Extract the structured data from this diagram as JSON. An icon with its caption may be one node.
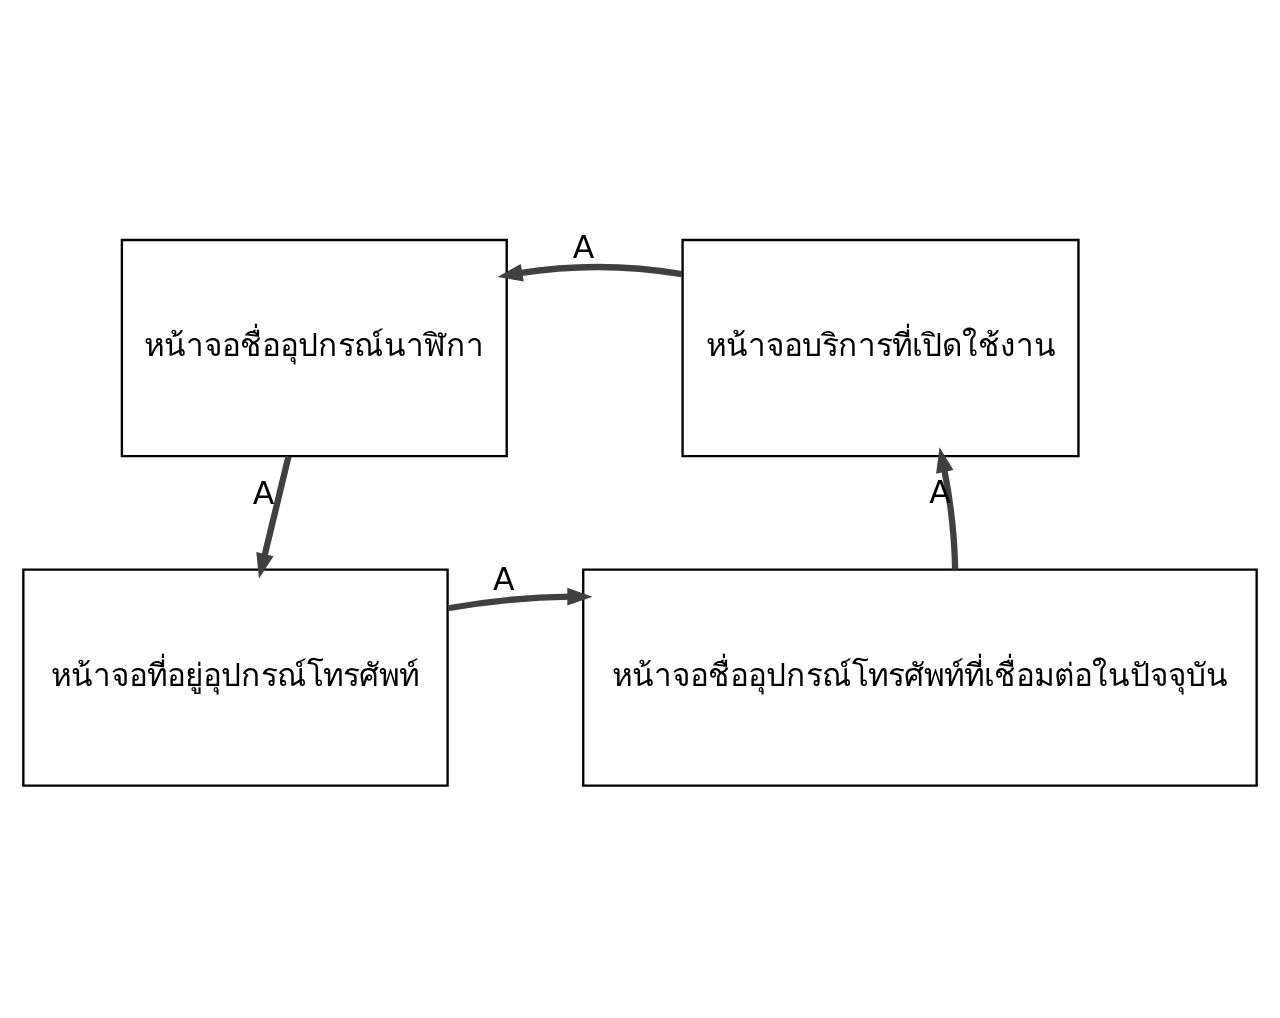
{
  "diagram": {
    "nodes": [
      {
        "text": [
          "หน้าจอชื่ออุปกรณ์นาฬิกา"
        ]
      },
      {
        "text": [
          "หน้าจอบริการที่เปิดใช้งาน"
        ]
      },
      {
        "text": [
          "หน้าจอที่อยู่อุปกรณ์โทรศัพท์"
        ]
      },
      {
        "text": [
          "หน้าจอชื่ออุปกรณ์โทรศัพท์ที่เชื่อมต่อในปัจจุบัน"
        ]
      }
    ],
    "edges": [
      {
        "from": 1,
        "to": 0,
        "arrow": "to",
        "label": "A"
      },
      {
        "from": 0,
        "to": 2,
        "arrow": "to",
        "label": "A"
      },
      {
        "from": 2,
        "to": 3,
        "arrow": "to",
        "label": "A"
      },
      {
        "from": 3,
        "to": 1,
        "arrow": "to",
        "label": "A"
      }
    ]
  }
}
